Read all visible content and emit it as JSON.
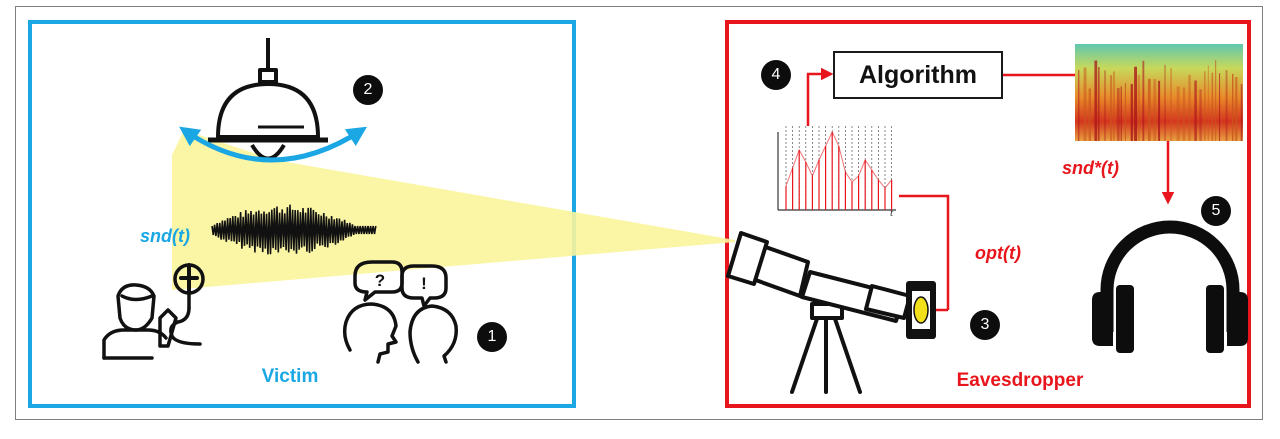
{
  "victim": {
    "label": "Victim",
    "signal_label": "snd(t)",
    "border_color": "#1aa7e4",
    "icons": [
      "hanging-lamp-icon",
      "swing-arrow-icon",
      "sound-wave-icon",
      "phone-caller-icon",
      "people-talking-icon"
    ]
  },
  "eavesdropper": {
    "label": "Eavesdropper",
    "algorithm_label": "Algorithm",
    "optical_signal_label": "opt(t)",
    "recovered_signal_label": "snd*(t)",
    "border_color": "#e8161c",
    "icons": [
      "telescope-icon",
      "sensor-icon",
      "sampled-signal-plot-icon",
      "spectrogram-icon",
      "headphones-icon"
    ]
  },
  "steps": [
    "1",
    "2",
    "3",
    "4",
    "5"
  ],
  "plot_axis_label": "t",
  "colors": {
    "victim": "#1aa7e4",
    "eavesdropper": "#e8161c",
    "beam": "#fbf59c",
    "sensor": "#f2e11a"
  }
}
